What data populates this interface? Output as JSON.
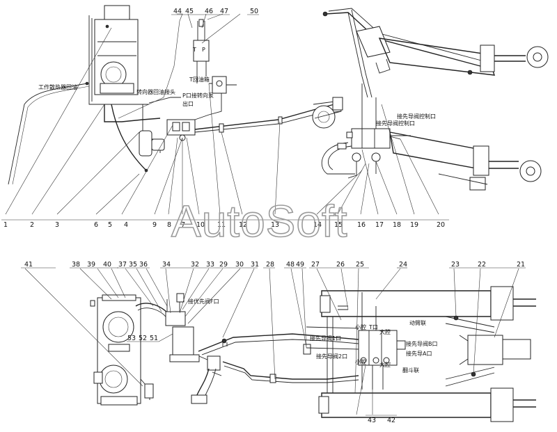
{
  "watermark": "AutoSoft",
  "top_callouts": [
    "44",
    "45",
    "46",
    "47",
    "50"
  ],
  "bottom_row_top": [
    "1",
    "2",
    "3",
    "6",
    "5",
    "4",
    "9",
    "8",
    "7",
    "10",
    "11",
    "12",
    "13",
    "14",
    "15",
    "16",
    "17",
    "18",
    "19",
    "20"
  ],
  "lower_callouts": [
    "41",
    "38",
    "39",
    "40",
    "37",
    "35",
    "36",
    "34",
    "32",
    "33",
    "29",
    "30",
    "31",
    "28",
    "48",
    "49",
    "27",
    "26",
    "25",
    "24",
    "23",
    "22",
    "21"
  ],
  "inner_numbers": [
    "53",
    "52",
    "51"
  ],
  "bottom_numbers": [
    "43",
    "42"
  ],
  "labels_top": {
    "cooler_return": "工作散热器回油",
    "steering_connector": "转向器回油接头",
    "t_return_tank": "T回油箱",
    "p_steering_outlet": "P口接转向泵",
    "outlet": "出口",
    "pilot_control_1": "接先导阀控制口",
    "pilot_control_2": "接先导阀控制口"
  },
  "labels_bottom": {
    "pilot_f_port": "接优先阀F口",
    "small_chamber_1": "小腔",
    "t_port": "T口",
    "large_chamber_1": "大腔",
    "boom_link": "动臂联",
    "pilot_valve_1": "接先导阀1口",
    "pilot_valve_b": "接先导阀B口",
    "pilot_valve_2": "接先导阀2口",
    "pilot_valve_a": "接先导A口",
    "small_chamber_2": "小腔",
    "large_chamber_2": "大腔",
    "bucket_link": "翻斗联"
  }
}
